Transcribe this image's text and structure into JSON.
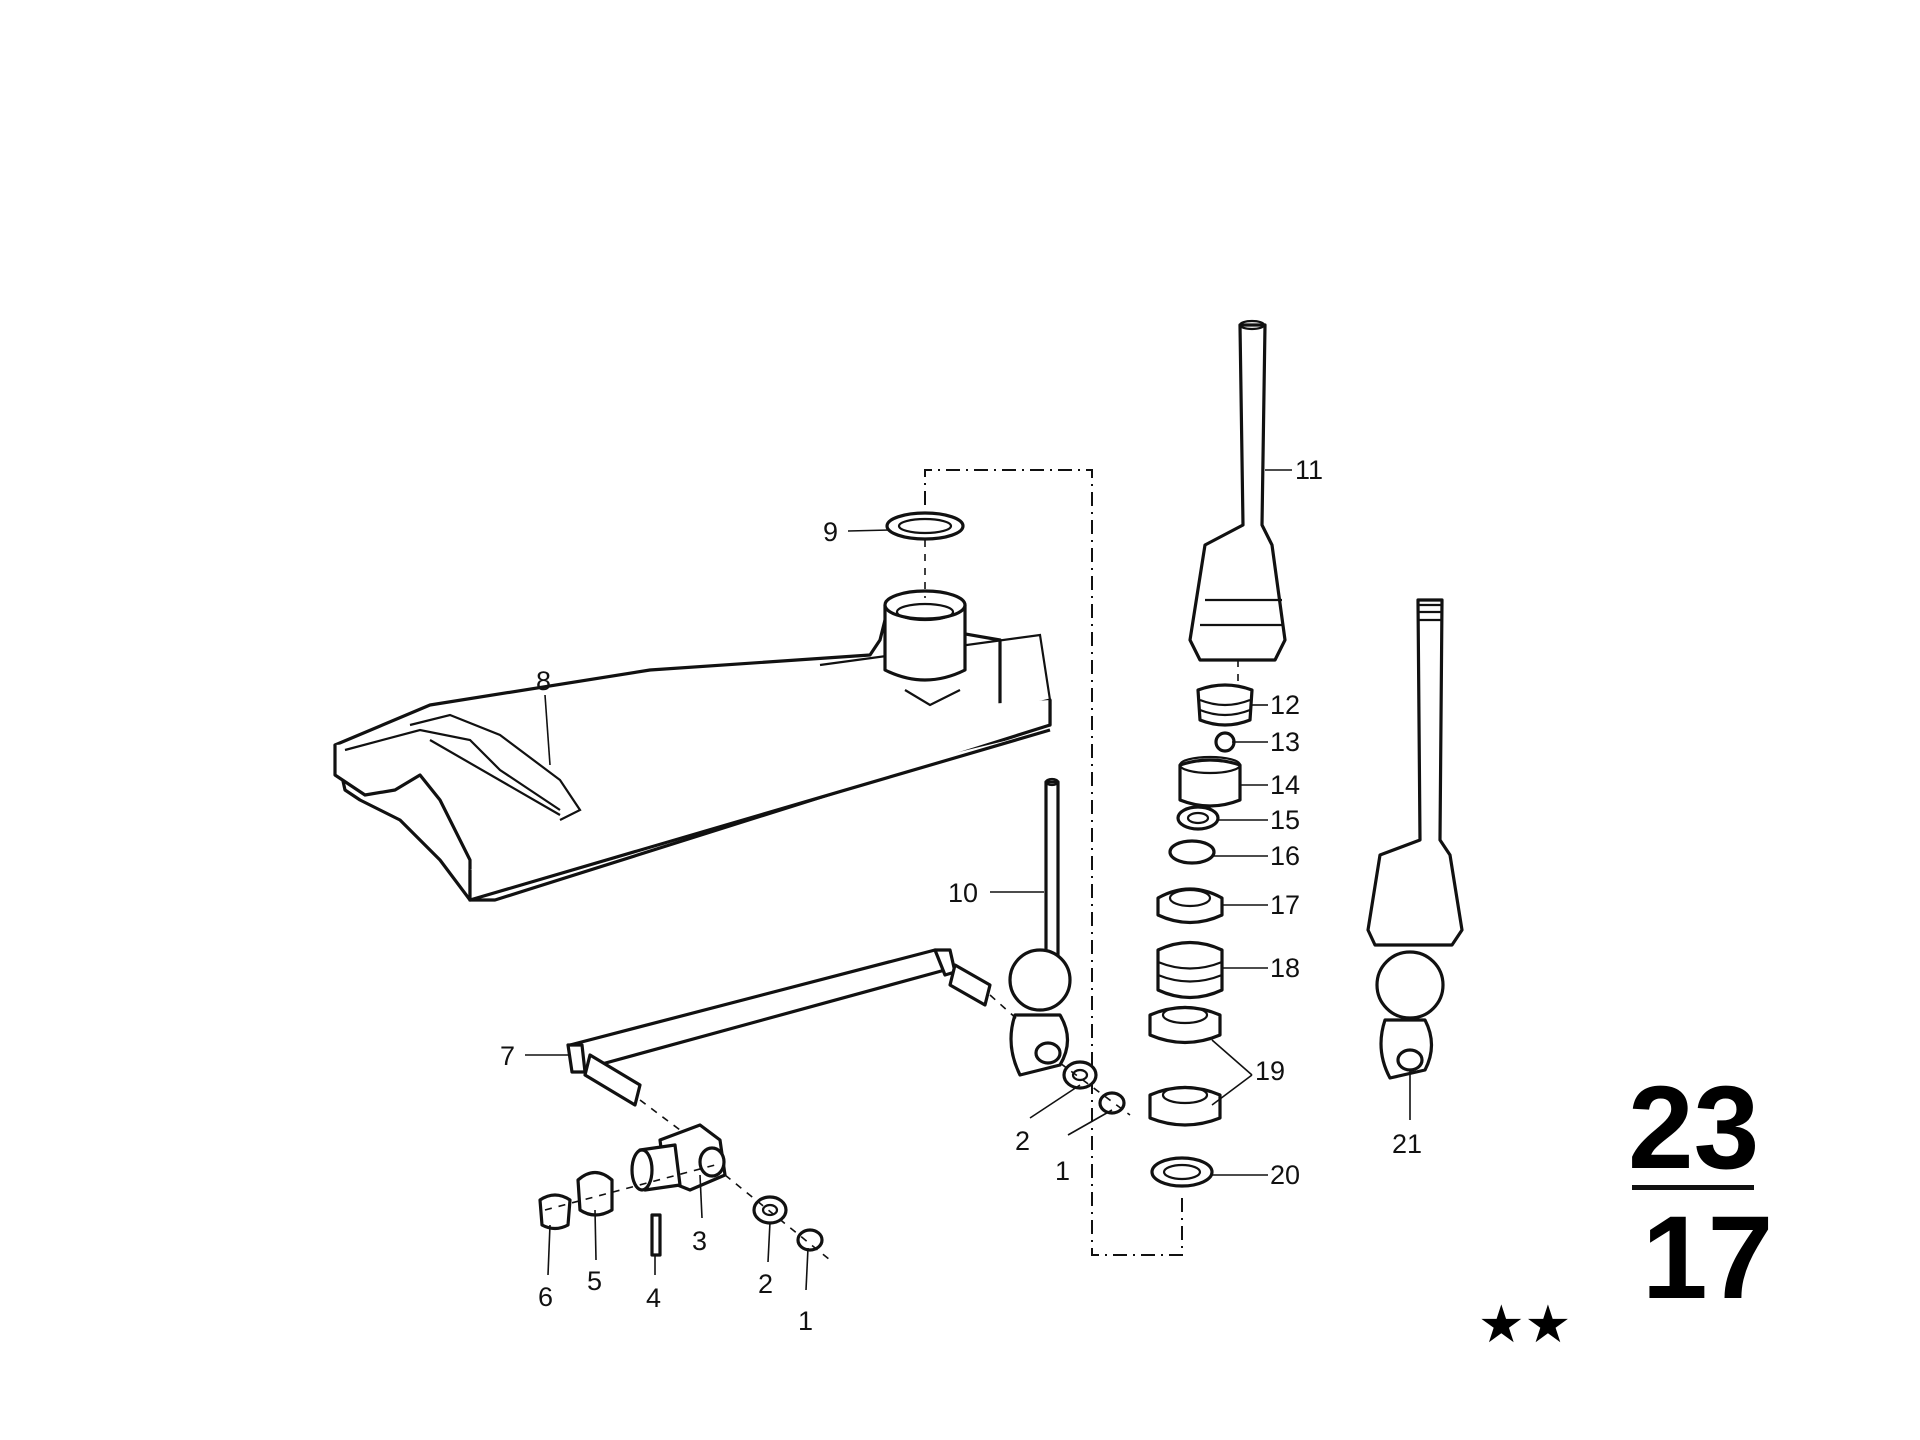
{
  "callouts": {
    "c1a": "1",
    "c1b": "1",
    "c2a": "2",
    "c2b": "2",
    "c3": "3",
    "c4": "4",
    "c5": "5",
    "c6": "6",
    "c7": "7",
    "c8": "8",
    "c9": "9",
    "c10": "10",
    "c11": "11",
    "c12": "12",
    "c13": "13",
    "c14": "14",
    "c15": "15",
    "c16": "16",
    "c17": "17",
    "c18": "18",
    "c19": "19",
    "c20": "20",
    "c21": "21"
  },
  "page_ref": {
    "top": "23",
    "bottom": "17"
  },
  "stars": "★★"
}
